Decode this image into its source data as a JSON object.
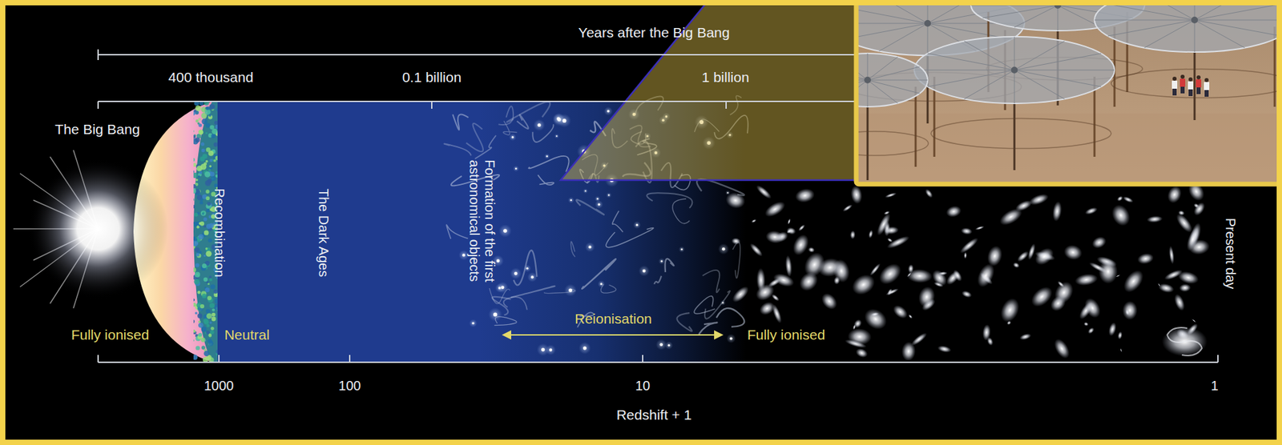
{
  "diagram": {
    "labels": [
      "Years after the Big Bang",
      "400 thousand",
      "0.1 billion",
      "1 billion",
      "The Big Bang",
      "Recombination",
      "The Dark Ages",
      "Formation of the first astronomical objects",
      "Present day",
      "Reionisation",
      "Fully ionised",
      "Neutral",
      "Fully ionised",
      "1000",
      "100",
      "10",
      "1",
      "Redshift + 1"
    ]
  }
}
